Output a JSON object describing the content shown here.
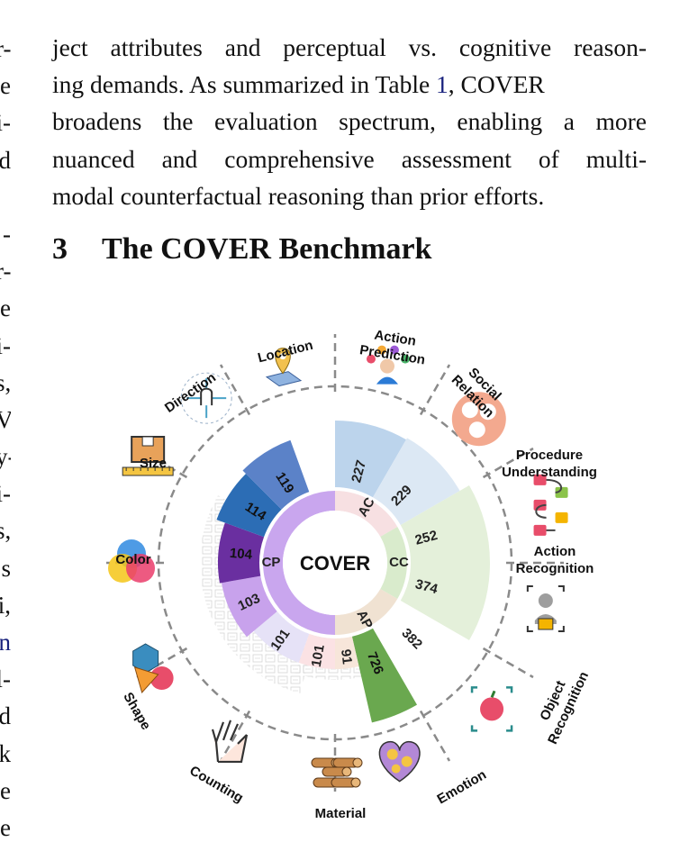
{
  "left_column_fragments": [
    "r-",
    "e",
    "i-",
    "d",
    "",
    "-",
    "r-",
    "e",
    "i-",
    "s,",
    "V",
    "y-",
    "i-",
    "s,",
    "s",
    "i,",
    "n",
    "l-",
    "d",
    "k",
    "e",
    "e"
  ],
  "paragraph": {
    "line1": "ject attributes and perceptual vs. cognitive reason-",
    "line2_pre": "ing demands. As summarized in Table ",
    "line2_ref": "1",
    "line2_post": ", COVER",
    "line3": "broadens the evaluation spectrum, enabling a more",
    "line4": "nuanced and comprehensive assessment of multi-",
    "line5": "modal counterfactual reasoning than prior efforts."
  },
  "section": {
    "number": "3",
    "title": "The COVER Benchmark"
  },
  "figure": {
    "center_label": "COVER",
    "groups": [
      {
        "label": "AC",
        "color": "#f7e0e2",
        "start": 0,
        "end": 60
      },
      {
        "label": "CC",
        "color": "#d9ebcc",
        "start": 60,
        "end": 120
      },
      {
        "label": "AP",
        "color": "#f0e2d2",
        "start": 120,
        "end": 180
      },
      {
        "label": "CP",
        "color": "#c9a6ee",
        "start": 180,
        "end": 360
      }
    ],
    "categories": [
      {
        "name": "Action Prediction",
        "value": 227,
        "color": "#bcd4ec",
        "start": 0,
        "end": 30,
        "outer": 158,
        "label_lines": [
          "Action",
          "Prediction"
        ]
      },
      {
        "name": "Social Relation",
        "value": 229,
        "color": "#dce8f4",
        "start": 30,
        "end": 60,
        "outer": 160,
        "label_lines": [
          "Social",
          "Relation"
        ]
      },
      {
        "name": "Procedure Understanding",
        "value": 252,
        "color": "#e4f0da",
        "start": 60,
        "end": 90,
        "outer": 172,
        "label_lines": [
          "Procedure",
          "Understanding"
        ]
      },
      {
        "name": "Action Recognition",
        "value": 374,
        "color": "#e4f0da",
        "start": 90,
        "end": 120,
        "outer": 172,
        "label_lines": [
          "Action",
          "Recognition"
        ]
      },
      {
        "name": "Object Recognition",
        "value": 382,
        "color": "#ffffff",
        "start": 120,
        "end": 150,
        "outer": 172,
        "label_lines": [
          "Object",
          "Recognition"
        ]
      },
      {
        "name": "Emotion",
        "value": 726,
        "color": "#6aa84f",
        "start": 150,
        "end": 167,
        "outer": 182,
        "label_lines": [
          "Emotion"
        ]
      },
      {
        "name": "Material",
        "value": 91,
        "color": "#f7e6da",
        "start": 167,
        "end": 180,
        "outer": 118,
        "label_lines": [
          "Material"
        ]
      },
      {
        "name": "Counting",
        "value": 101,
        "color": "#fbe2e4",
        "start": 180,
        "end": 200,
        "outer": 118,
        "label_lines": [
          "Counting"
        ]
      },
      {
        "name": "Shape",
        "value": 101,
        "color": "#e6e2f7",
        "start": 200,
        "end": 230,
        "outer": 118,
        "label_lines": [
          "Shape"
        ]
      },
      {
        "name": "Color",
        "value": 103,
        "color": "#c8a2ec",
        "start": 230,
        "end": 260,
        "outer": 128,
        "label_lines": [
          "Color"
        ]
      },
      {
        "name": "Size",
        "value": 104,
        "color": "#6a2fa0",
        "start": 260,
        "end": 290,
        "outer": 130,
        "label_lines": [
          "Size"
        ]
      },
      {
        "name": "Direction",
        "value": 114,
        "color": "#2c6db5",
        "start": 290,
        "end": 315,
        "outer": 140,
        "label_lines": [
          "Direction"
        ]
      },
      {
        "name": "Location",
        "value": 119,
        "color": "#5b82c8",
        "start": 315,
        "end": 340,
        "outer": 145,
        "label_lines": [
          "Location"
        ]
      }
    ]
  }
}
